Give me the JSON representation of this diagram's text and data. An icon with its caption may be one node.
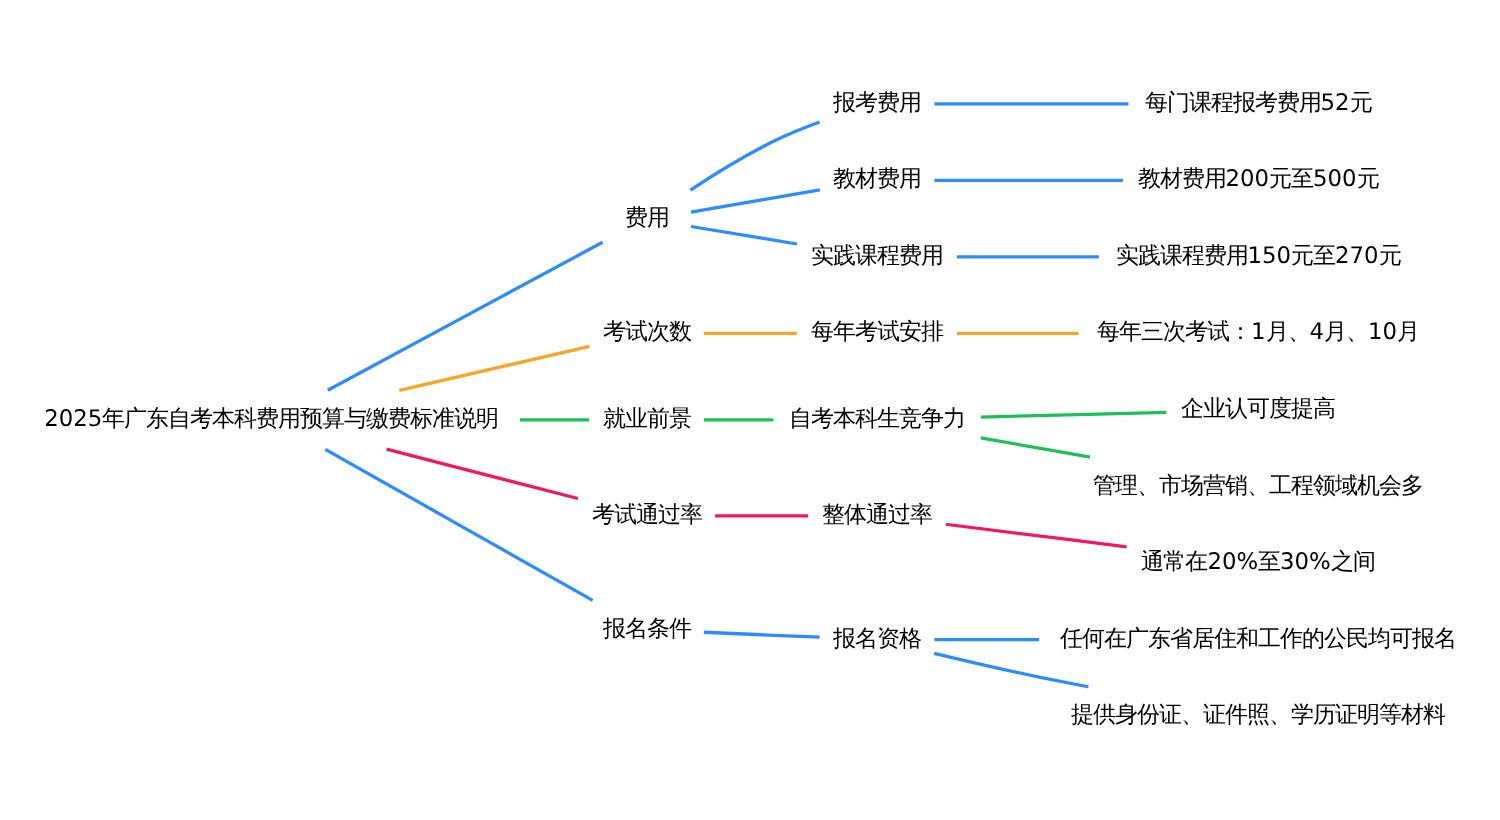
{
  "diagram": {
    "nodes": [
      {
        "text": [
          "2025年广东自考本科费用预算与缴费标准说明"
        ]
      },
      {
        "text": [
          "费用"
        ]
      },
      {
        "text": [
          "报考费用"
        ]
      },
      {
        "text": [
          "每门课程报考费用52元"
        ]
      },
      {
        "text": [
          "教材费用"
        ]
      },
      {
        "text": [
          "教材费用200元至500元"
        ]
      },
      {
        "text": [
          "实践课程费用"
        ]
      },
      {
        "text": [
          "实践课程费用150元至270元"
        ]
      },
      {
        "text": [
          "考试次数"
        ]
      },
      {
        "text": [
          "每年考试安排"
        ]
      },
      {
        "text": [
          "每年三次考试：1月、4月、10月"
        ]
      },
      {
        "text": [
          "就业前景"
        ]
      },
      {
        "text": [
          "自考本科生竞争力"
        ]
      },
      {
        "text": [
          "企业认可度提高"
        ]
      },
      {
        "text": [
          "管理、市场营销、工程领域机会多"
        ]
      },
      {
        "text": [
          "考试通过率"
        ]
      },
      {
        "text": [
          "整体通过率"
        ]
      },
      {
        "text": [
          "通常在20%至30%之间"
        ]
      },
      {
        "text": [
          "报名条件"
        ]
      },
      {
        "text": [
          "报名资格"
        ]
      },
      {
        "text": [
          "任何在广东省居住和工作的公民均可报名"
        ]
      },
      {
        "text": [
          "提供身份证、证件照、学历证明等材料"
        ]
      }
    ],
    "edges": [
      {
        "from": 0,
        "to": 1,
        "arrow": "none"
      },
      {
        "from": 1,
        "to": 2,
        "arrow": "none"
      },
      {
        "from": 2,
        "to": 3,
        "arrow": "none"
      },
      {
        "from": 1,
        "to": 4,
        "arrow": "none"
      },
      {
        "from": 4,
        "to": 5,
        "arrow": "none"
      },
      {
        "from": 1,
        "to": 6,
        "arrow": "none"
      },
      {
        "from": 6,
        "to": 7,
        "arrow": "none"
      },
      {
        "from": 0,
        "to": 8,
        "arrow": "none",
        "color": "#f5a623"
      },
      {
        "from": 8,
        "to": 9,
        "arrow": "none",
        "color": "#f5a623"
      },
      {
        "from": 9,
        "to": 10,
        "arrow": "none",
        "color": "#f5a623"
      },
      {
        "from": 0,
        "to": 11,
        "arrow": "none",
        "color": "#1dbf5a"
      },
      {
        "from": 11,
        "to": 12,
        "arrow": "none",
        "color": "#1dbf5a"
      },
      {
        "from": 12,
        "to": 13,
        "arrow": "none",
        "color": "#1dbf5a"
      },
      {
        "from": 12,
        "to": 14,
        "arrow": "none",
        "color": "#1dbf5a"
      },
      {
        "from": 0,
        "to": 15,
        "arrow": "none",
        "color": "#f0185f"
      },
      {
        "from": 15,
        "to": 16,
        "arrow": "none",
        "color": "#f0185f"
      },
      {
        "from": 16,
        "to": 17,
        "arrow": "none",
        "color": "#f0185f"
      },
      {
        "from": 0,
        "to": 18,
        "arrow": "none"
      },
      {
        "from": 18,
        "to": 19,
        "arrow": "none"
      },
      {
        "from": 19,
        "to": 20,
        "arrow": "none"
      },
      {
        "from": 19,
        "to": 21,
        "arrow": "none"
      }
    ]
  }
}
